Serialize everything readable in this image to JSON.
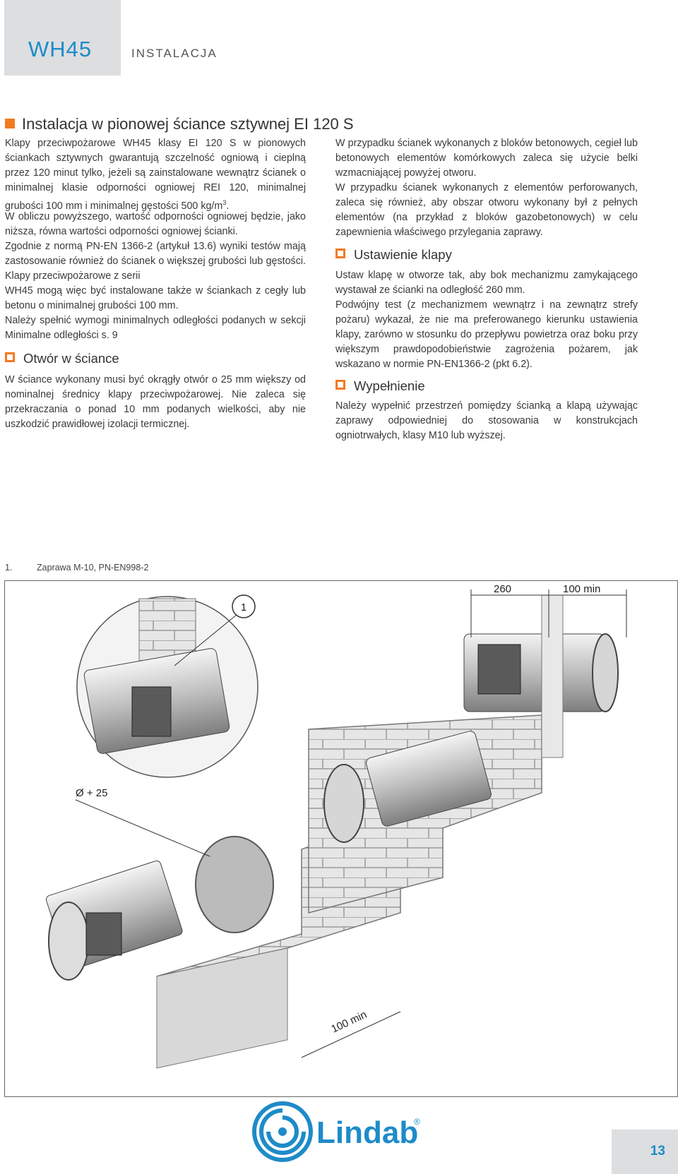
{
  "header": {
    "product": "WH45",
    "section": "INSTALACJA"
  },
  "title": "Instalacja w pionowej ściance sztywnej EI 120 S",
  "left": {
    "p1": "Klapy przeciwpożarowe WH45 klasy EI 120 S w pionowych ściankach sztywnych gwarantują szczelność ogniową i cieplną przez 120 minut tylko, jeżeli są zainstalowane wewnątrz ścianek o minimalnej klasie odporności ogniowej REI 120, minimalnej grubości 100 mm i minimalnej gęstości 500 kg/m",
    "p1_sup": "3",
    "p1_end": ".",
    "p2": "W obliczu powyższego, wartość odporności ogniowej będzie, jako niższa, równa wartości odporności ogniowej ścianki.",
    "p3": "Zgodnie z normą PN-EN 1366-2 (artykuł 13.6) wyniki testów mają zastosowanie również do ścianek o większej grubości lub gęstości. Klapy przeciwpożarowe z serii",
    "p4": "WH45 mogą więc być instalowane także w ściankach z cegły lub betonu o minimalnej grubości 100 mm.",
    "p5": "Należy spełnić wymogi minimalnych odległości podanych w sekcji Minimalne odległości s. 9",
    "h_otwor": "Otwór w ściance",
    "p6": "W ściance wykonany musi być okrągły otwór o 25 mm większy od nominalnej średnicy klapy przeciwpożarowej. Nie zaleca się przekraczania o ponad 10 mm podanych wielkości, aby nie uszkodzić prawidłowej izolacji termicznej."
  },
  "right": {
    "p1": "W przypadku ścianek wykonanych z bloków betonowych, cegieł lub betonowych elementów komórkowych zaleca się użycie belki wzmacniającej powyżej otworu.",
    "p2": "W przypadku ścianek wykonanych z elementów perforowanych, zaleca się również, aby obszar otworu wykonany był z pełnych elementów (na przykład z bloków gazobetonowych) w celu zapewnienia właściwego przylegania zaprawy.",
    "h_ustaw": "Ustawienie klapy",
    "p3": "Ustaw klapę w otworze tak, aby bok mechanizmu zamykającego wystawał ze ścianki na odległość 260 mm.",
    "p4": "Podwójny test (z mechanizmem wewnątrz i na zewnątrz strefy pożaru) wykazał, że nie ma preferowanego kierunku ustawienia klapy, zarówno w stosunku do przepływu powietrza oraz boku przy większym prawdopodobieństwie zagrożenia pożarem, jak wskazano w normie PN-EN1366-2 (pkt 6.2).",
    "h_wyp": "Wypełnienie",
    "p5": "Należy wypełnić przestrzeń pomiędzy ścianką a klapą używając zaprawy odpowiedniej do stosowania w konstrukcjach ogniotrwałych, klasy M10 lub wyższej."
  },
  "footnote": {
    "num": "1.",
    "text": "Zaprawa M-10, PN-EN998-2"
  },
  "figure": {
    "label_1": "1",
    "dim_260": "260",
    "dim_100min_top": "100 min",
    "dim_diam": "Ø + 25",
    "dim_100min_bottom": "100 min"
  },
  "logo": {
    "text": "Lindab",
    "reg": "®"
  },
  "page": {
    "number": "13"
  },
  "colors": {
    "accent": "#f47a20",
    "brand": "#1e8bc8"
  }
}
